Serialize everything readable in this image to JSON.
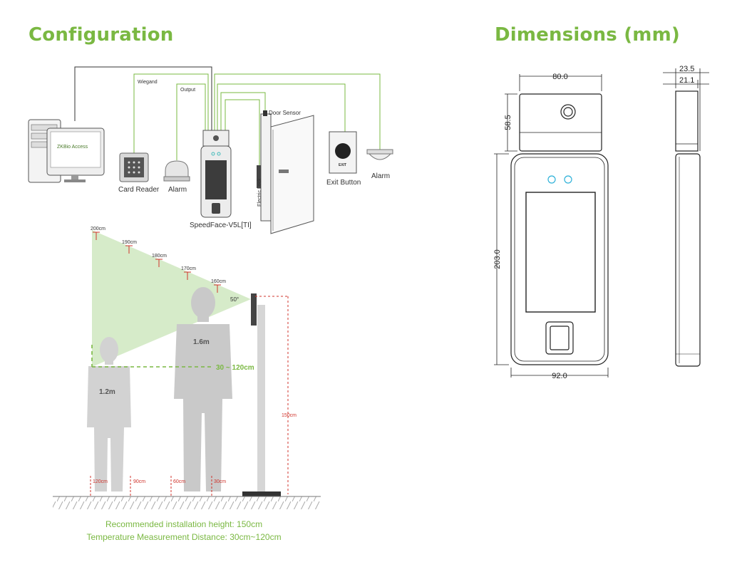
{
  "headings": {
    "configuration": "Configuration",
    "dimensions": "Dimensions (mm)"
  },
  "wiring": {
    "wiegand": "Wiegand",
    "output": "Output",
    "door_sensor": "Door Sensor",
    "electric_lock": "Electric Lock",
    "pc_screen_label": "ZKBio Access",
    "exit_text": "EXIT"
  },
  "devices": {
    "card_reader": "Card Reader",
    "alarm_1": "Alarm",
    "speedface": "SpeedFace-V5L[TI]",
    "exit_button": "Exit Button",
    "alarm_2": "Alarm"
  },
  "heights": [
    "200cm",
    "190cm",
    "180cm",
    "170cm",
    "160cm"
  ],
  "angle": "50°",
  "range": "30 ~ 120cm",
  "persons": {
    "tall": "1.6m",
    "short": "1.2m"
  },
  "install_height": "150cm",
  "distances": [
    "120cm",
    "90cm",
    "60cm",
    "30cm"
  ],
  "captions": {
    "line1": "Recommended installation height: 150cm",
    "line2": "Temperature Measurement Distance: 30cm~120cm"
  },
  "dimensions": {
    "width_top": "80.0",
    "height_top": "58.5",
    "height_body": "203.0",
    "width_body": "92.0",
    "depth_1": "23.5",
    "depth_2": "21.1"
  },
  "colors": {
    "accent": "#7ab842",
    "wire": "#7ab842",
    "red": "#d0342c",
    "person": "#c9c9c9"
  }
}
